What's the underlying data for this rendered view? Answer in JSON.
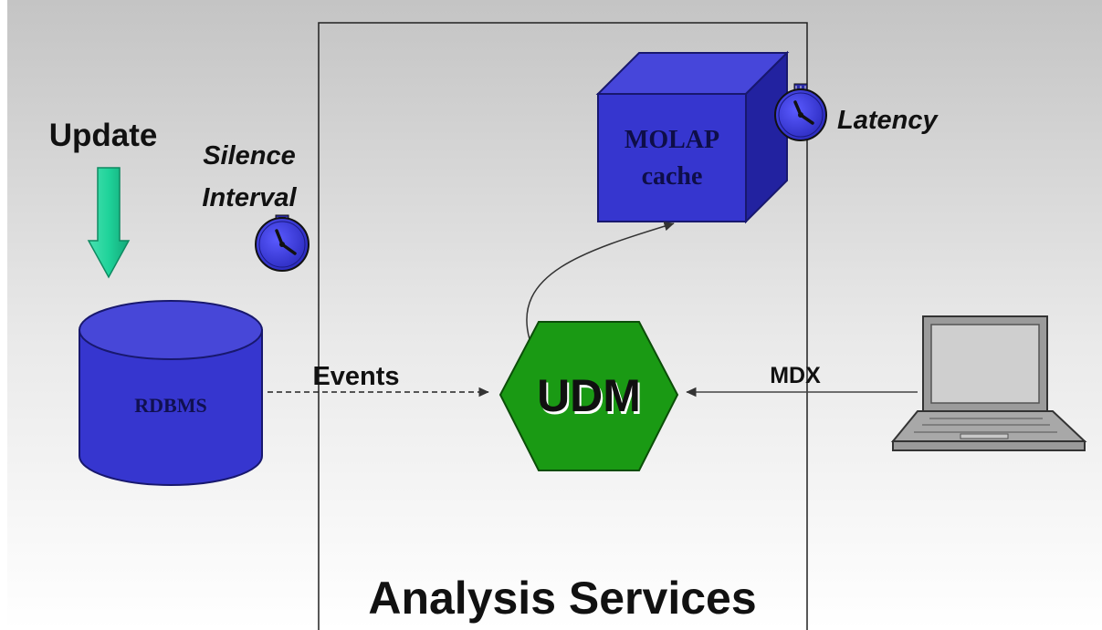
{
  "labels": {
    "update": "Update",
    "silence_interval_line1": "Silence",
    "silence_interval_line2": "Interval",
    "latency": "Latency",
    "molap_line1": "MOLAP",
    "molap_line2": "cache",
    "rdbms": "RDBMS",
    "udm": "UDM",
    "events": "Events",
    "mdx": "MDX",
    "analysis_services": "Analysis Services"
  },
  "icons": {
    "update_arrow": "down-arrow-icon",
    "silence_timer": "stopwatch-icon",
    "latency_timer": "stopwatch-icon",
    "database": "database-cylinder-icon",
    "cache": "cube-icon",
    "udm": "hexagon-icon",
    "client": "laptop-icon"
  },
  "colors": {
    "background_top": "#c4c4c4",
    "background_bottom": "#ffffff",
    "blue_fill": "#3636cf",
    "blue_dark": "#18186e",
    "green_hex": "#1a9a14",
    "green_arrow": "#1fd39a",
    "frame_border": "#202020"
  }
}
